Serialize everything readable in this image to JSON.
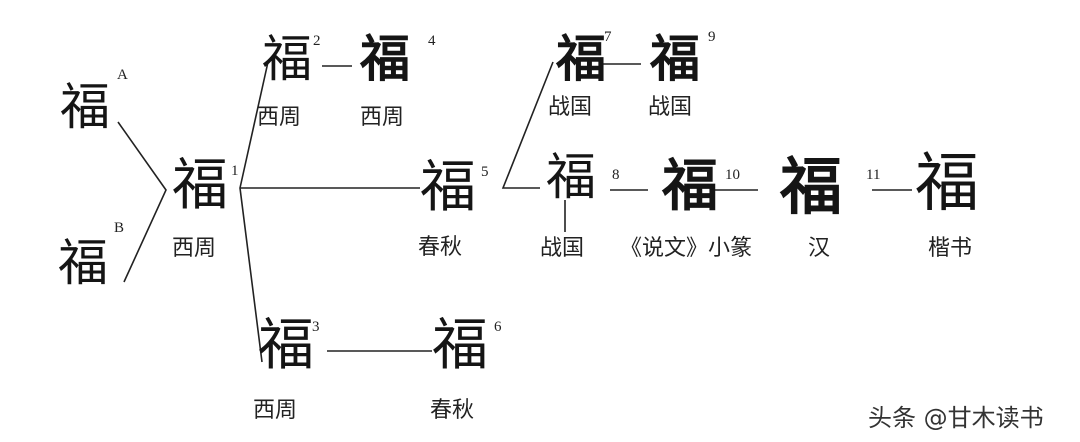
{
  "nodes": {
    "A": {
      "glyph": "福",
      "num": "A"
    },
    "B": {
      "glyph": "福",
      "num": "B"
    },
    "n1": {
      "glyph": "福",
      "num": "1",
      "period": "西周"
    },
    "n2": {
      "glyph": "福",
      "num": "2",
      "period": "西周"
    },
    "n3": {
      "glyph": "福",
      "num": "3",
      "period": "西周"
    },
    "n4": {
      "glyph": "福",
      "num": "4",
      "period": "西周"
    },
    "n5": {
      "glyph": "福",
      "num": "5",
      "period": "春秋"
    },
    "n6": {
      "glyph": "福",
      "num": "6",
      "period": "春秋"
    },
    "n7": {
      "glyph": "福",
      "num": "7",
      "period": "战国"
    },
    "n9": {
      "glyph": "福",
      "num": "9",
      "period": "战国"
    },
    "n8": {
      "glyph": "福",
      "num": "8",
      "period": "战国"
    },
    "n10": {
      "glyph": "福",
      "num": "10",
      "period": "《说文》小篆"
    },
    "n11": {
      "glyph": "福",
      "num": "11",
      "period": "汉"
    },
    "kaishu": {
      "glyph": "福",
      "period": "楷书"
    }
  },
  "watermark": "头条 @甘木读书"
}
